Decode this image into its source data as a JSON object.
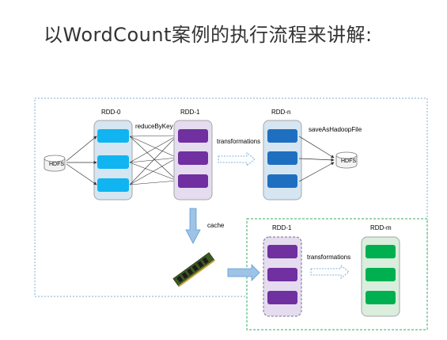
{
  "heading": "以WordCount案例的执行流程来讲解:",
  "diagram": {
    "labels": {
      "rdd0": "RDD-0",
      "rdd1": "RDD-1",
      "rddn": "RDD-n",
      "rdd1_cached": "RDD-1",
      "rddm": "RDD-m",
      "reduce": "reduceByKey",
      "transformations_top": "transformations",
      "transformations_bottom": "transformations",
      "save": "saveAsHadoopFile",
      "cache": "cache",
      "hdfs_in": "HDFS",
      "hdfs_out": "HDFS"
    },
    "colors": {
      "rdd0_partition": "#10b4f0",
      "rdd0_container": "#d5e6f2",
      "rdd1_partition": "#7030a0",
      "rdd1_container": "#e5dcef",
      "rddn_partition": "#1f6fc0",
      "rddn_container": "#d5e6f2",
      "rddm_partition": "#00b050",
      "rddm_container": "#d9eedd",
      "outer_border_blue": "#7faed4",
      "outer_border_green": "#3aa860",
      "arrow_blue": "#9dc3e6"
    },
    "icons": [
      "database-icon",
      "memory-module-icon",
      "down-arrow-icon",
      "right-arrow-icon"
    ]
  }
}
